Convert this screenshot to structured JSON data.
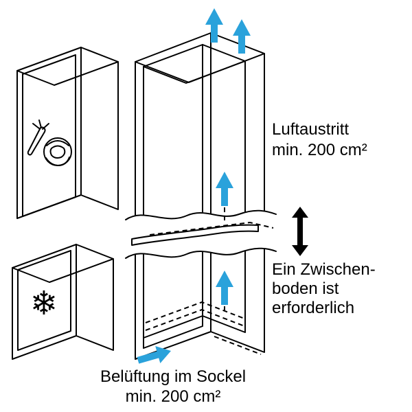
{
  "diagram": {
    "labels": {
      "air_outlet_line1": "Luftaustritt",
      "air_outlet_line2": "min. 200 cm²",
      "shelf_note_line1": "Ein Zwischen-",
      "shelf_note_line2": "boden ist",
      "shelf_note_line3": "erforderlich",
      "base_vent_line1": "Belüftung im Sockel",
      "base_vent_line2": "min. 200 cm²"
    },
    "icons": {
      "freezer_glyph": "❄",
      "fridge_icons": [
        "carrot-icon",
        "lettuce-icon"
      ],
      "airflow_icons": [
        "air-outlet-arrow-icon",
        "shelf-airflow-arrow-icon",
        "base-airflow-arrow-icon",
        "base-vent-arrow-icon",
        "clearance-double-arrow-icon"
      ]
    },
    "colors": {
      "airflow_arrow": "#2AA2DB",
      "clearance_arrow": "#000000",
      "outline": "#000000",
      "background": "#FFFFFF"
    }
  }
}
